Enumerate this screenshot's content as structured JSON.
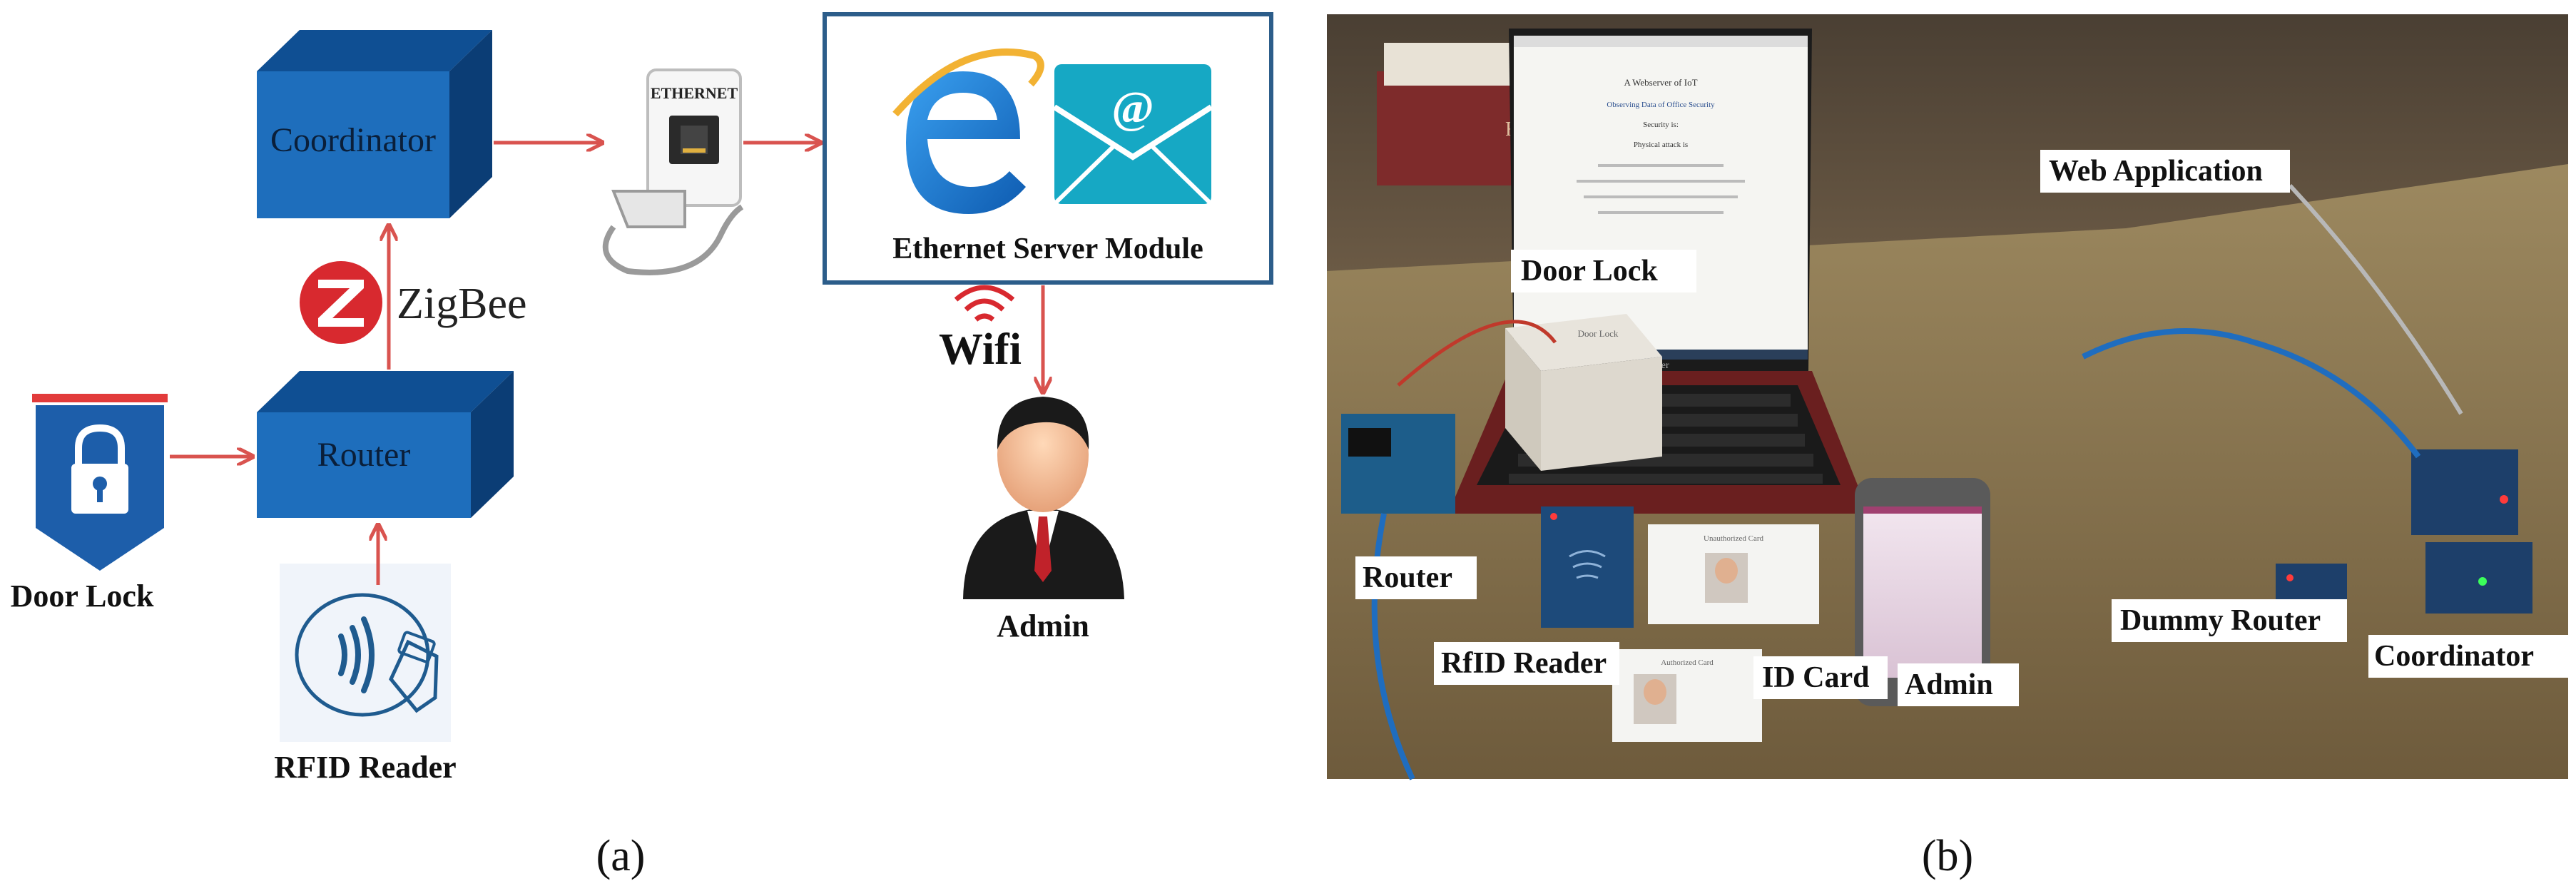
{
  "panel_a": {
    "coordinator_label": "Coordinator",
    "router_label": "Router",
    "zigbee_label": "ZigBee",
    "ethernet_label": "ETHERNET",
    "server_label": "Ethernet Server Module",
    "wifi_label": "Wifi",
    "admin_label": "Admin",
    "door_lock_label": "Door Lock",
    "rfid_label": "RFID Reader",
    "caption": "(a)"
  },
  "panel_b": {
    "labels": {
      "web_app": "Web Application",
      "door_lock": "Door Lock",
      "router": "Router",
      "rfid": "RfID Reader",
      "id_card": "ID Card",
      "admin": "Admin",
      "dummy_router": "Dummy Router",
      "coordinator": "Coordinator"
    },
    "screen_text": {
      "line1": "A Webserver of IoT",
      "line2": "Observing Data of Office Security",
      "line3": "Security is:",
      "line4": "Physical attack is"
    },
    "laptop_brand": "acer",
    "box_label": "Door Lock",
    "card_label": "Unauthorized Card",
    "card2_label": "Authorized Card",
    "tissue_label": "Foy",
    "caption": "(b)"
  },
  "colors": {
    "box_front": "#1e6ebc",
    "box_top": "#0f4f93",
    "box_side": "#0b3d75",
    "arrow": "#d9534f",
    "server_border": "#2c5d8a",
    "ie_blue": "#1e73c8",
    "mail_teal": "#16a8c4",
    "zigbee_red": "#d8292f",
    "door_lock_blue": "#1d5eaa",
    "door_lock_red": "#e23b3b"
  }
}
